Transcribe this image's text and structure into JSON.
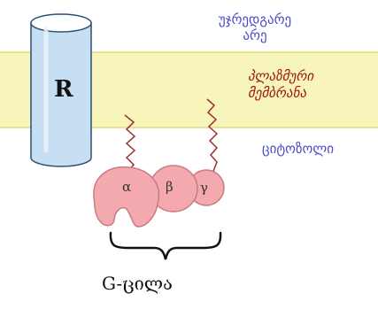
{
  "labels": {
    "extracellular_line1": "უჯრედგარე",
    "extracellular_line2": "არე",
    "membrane_line1": "პლაზმური",
    "membrane_line2": "მემბრანა",
    "cytosol": "ციტოზოლი",
    "receptor": "R",
    "alpha": "α",
    "beta": "β",
    "gamma": "γ",
    "gprotein": "G-ცილა"
  },
  "colors": {
    "membrane_band": "#f7f5b9",
    "membrane_edge": "#e8d67a",
    "receptor_fill": "#c7dff2",
    "receptor_stroke": "#2c4f73",
    "subunit_fill": "#f4a9ae",
    "subunit_stroke": "#c77b82",
    "anchor_line": "#9b2f2f",
    "blue_text": "#4a4ac8",
    "red_text": "#a01414"
  }
}
